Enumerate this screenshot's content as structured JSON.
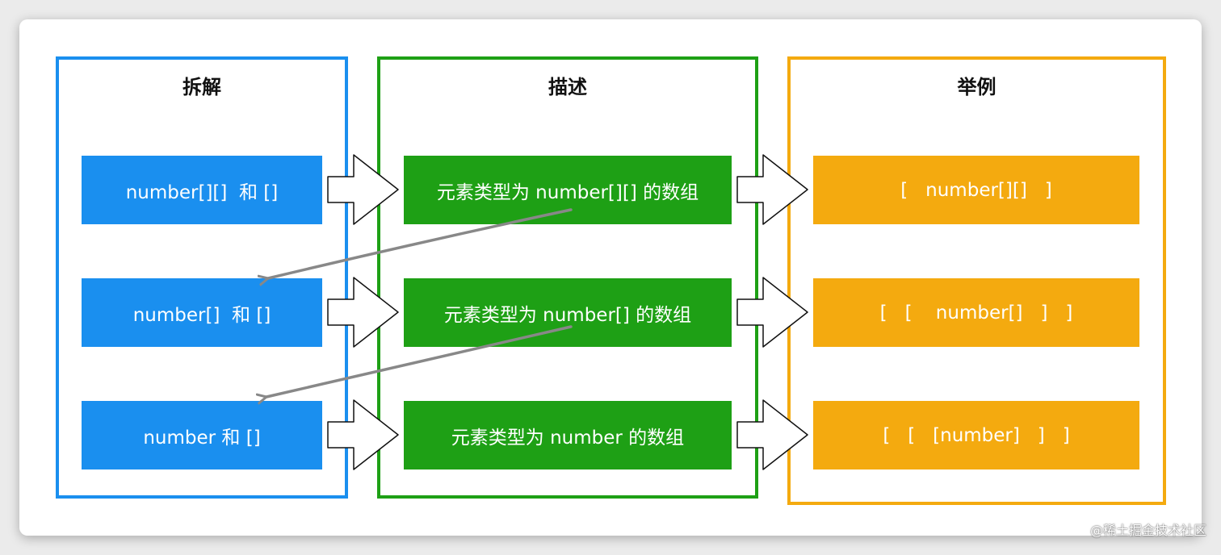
{
  "columns": [
    {
      "title": "拆解",
      "color": "#1a8fef",
      "items": [
        "number[][]  和 []",
        "number[]  和 []",
        "number 和 []"
      ]
    },
    {
      "title": "描述",
      "color": "#1ea015",
      "items": [
        "元素类型为 number[][] 的数组",
        "元素类型为 number[] 的数组",
        "元素类型为 number 的数组"
      ]
    },
    {
      "title": "举例",
      "color": "#f4aa0f",
      "items": [
        "[   number[][]   ]",
        "[   [    number[]   ]   ]",
        "[   [   [number]   ]   ]"
      ]
    }
  ],
  "watermark": "@稀土掘金技术社区",
  "colors": {
    "background": "#ebebeb",
    "card": "#ffffff",
    "connector": "#888888",
    "arrow_fill": "#ffffff",
    "arrow_stroke": "#111111"
  }
}
